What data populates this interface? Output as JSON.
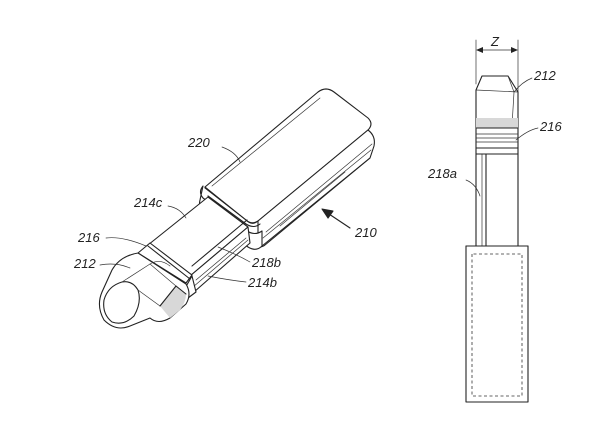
{
  "labels": {
    "l220": "220",
    "l214c": "214c",
    "l210": "210",
    "l216_left": "216",
    "l212_left": "212",
    "l218b": "218b",
    "l214b": "214b",
    "lZ": "Z",
    "l212_right": "212",
    "l216_right": "216",
    "l218a": "218a"
  },
  "icons": {
    "leader_arrow": "arrow-icon",
    "dimension_arrow": "double-arrow-icon"
  }
}
